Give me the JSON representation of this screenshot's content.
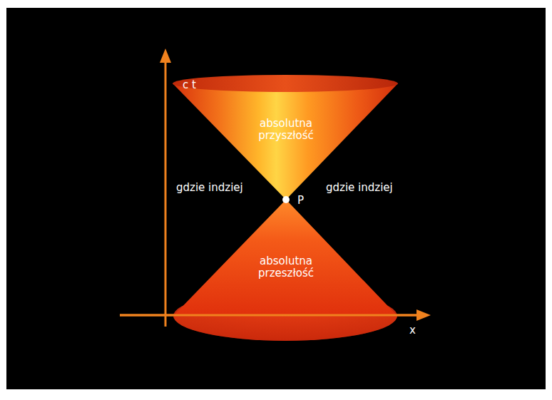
{
  "diagram": {
    "nodes": [
      {
        "text": [
          "absolutna przyszłość"
        ]
      },
      {
        "text": [
          "absolutna przeszłość"
        ]
      }
    ],
    "labels": [
      "c t",
      "gdzie indziej",
      "gdzie indziej",
      "P",
      "x"
    ]
  }
}
